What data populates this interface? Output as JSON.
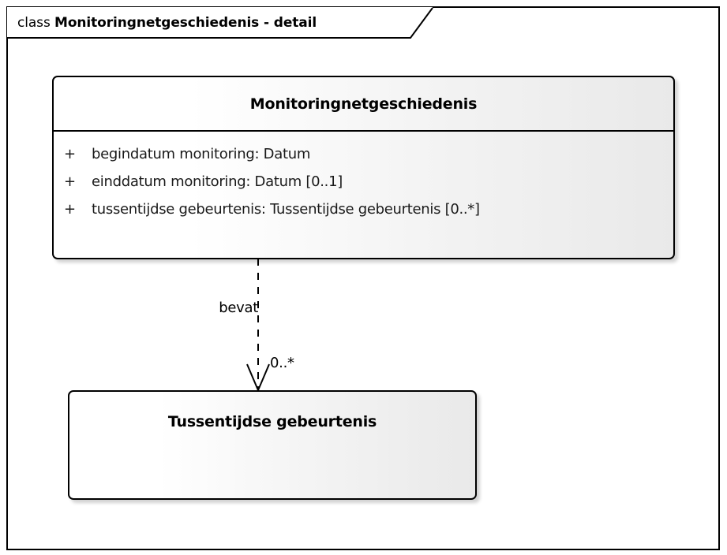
{
  "frame": {
    "kind": "class",
    "name": "Monitoringnetgeschiedenis - detail",
    "border_color": "#000000",
    "background": "#ffffff"
  },
  "classes": [
    {
      "id": "monitoringnetgeschiedenis",
      "name": "Monitoringnetgeschiedenis",
      "attributes": [
        {
          "visibility": "+",
          "text": "begindatum monitoring: Datum"
        },
        {
          "visibility": "+",
          "text": "einddatum monitoring: Datum [0..1]"
        },
        {
          "visibility": "+",
          "text": "tussentijdse gebeurtenis: Tussentijdse gebeurtenis [0..*]"
        }
      ]
    },
    {
      "id": "tussentijdse-gebeurtenis",
      "name": "Tussentijdse gebeurtenis",
      "attributes": []
    }
  ],
  "connector": {
    "label": "bevat",
    "target_multiplicity": "0..*",
    "style": "dashed",
    "arrow": "open",
    "source": "monitoringnetgeschiedenis",
    "target": "tussentijdse-gebeurtenis"
  },
  "style": {
    "line_color": "#000000",
    "box_fill_start": "#ffffff",
    "box_fill_end": "#e9e9e9",
    "shadow_color": "rgba(0,0,0,0.18)",
    "text_color": "#000000"
  }
}
